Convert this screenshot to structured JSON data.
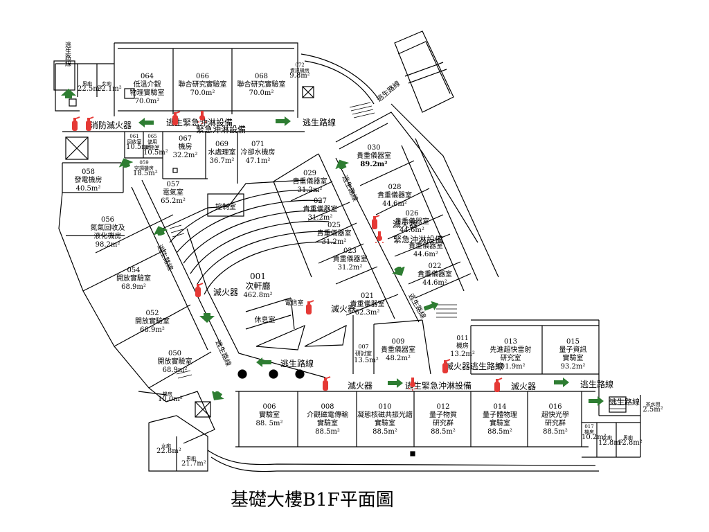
{
  "title": "基礎大樓B1F平面圖",
  "colors": {
    "arrow": "#2e7d32",
    "extinguisher": "#e53935",
    "wall": "#000000"
  },
  "icons": {
    "exit_arrow": "exit-arrow-icon",
    "extinguisher": "fire-extinguisher-icon",
    "shower": "emergency-shower-icon"
  },
  "rooms": [
    {
      "id": "r064",
      "num": "064",
      "name": "低溫介觀\n物理實驗室",
      "area": "70.0m²"
    },
    {
      "id": "r066",
      "num": "066",
      "name": "聯合研究實驗室",
      "area": "70.0m²"
    },
    {
      "id": "r068",
      "num": "068",
      "name": "聯合研究實驗室",
      "area": "70.0m²"
    },
    {
      "id": "r072",
      "num": "072",
      "name": "資訊機房",
      "area": "9.8m²"
    },
    {
      "id": "rm_m1",
      "num": "",
      "name": "男廁",
      "area": "22.5m²"
    },
    {
      "id": "rm_f1",
      "num": "",
      "name": "女廁",
      "area": "22.1m²"
    },
    {
      "id": "r061",
      "num": "061",
      "name": "回收室",
      "area": "10.5m²"
    },
    {
      "id": "r065",
      "num": "065",
      "name": "儲用\n鋼瓶室",
      "area": "10.5m²"
    },
    {
      "id": "r067",
      "num": "067",
      "name": "機房",
      "area": "32.2m²"
    },
    {
      "id": "r069",
      "num": "069",
      "name": "水處理室",
      "area": "36.7m²"
    },
    {
      "id": "r071",
      "num": "071",
      "name": "冷卻水機房",
      "area": "47.1m²"
    },
    {
      "id": "r059",
      "num": "059",
      "name": "空調機房",
      "area": "18.5m²"
    },
    {
      "id": "r058",
      "num": "058",
      "name": "發電機房",
      "area": "40.5m²"
    },
    {
      "id": "r057",
      "num": "057",
      "name": "電氣室",
      "area": "65.2m²"
    },
    {
      "id": "r056",
      "num": "056",
      "name": "氮氣回收及\n液化機房",
      "area": "98.2m²"
    },
    {
      "id": "r054",
      "num": "054",
      "name": "開放實驗室",
      "area": "68.9m²"
    },
    {
      "id": "r052",
      "num": "052",
      "name": "開放實驗室",
      "area": "68.9m²"
    },
    {
      "id": "r050",
      "num": "050",
      "name": "開放實驗室",
      "area": "68.9m²"
    },
    {
      "id": "r001",
      "num": "001",
      "name": "次軒廳",
      "area": "462.8m²"
    },
    {
      "id": "r029",
      "num": "029",
      "name": "貴重儀器室",
      "area": "31.2m²"
    },
    {
      "id": "r027",
      "num": "027",
      "name": "貴重儀器室",
      "area": "31.2m²"
    },
    {
      "id": "r025",
      "num": "025",
      "name": "貴重儀器室",
      "area": "31.2m²"
    },
    {
      "id": "r023",
      "num": "023",
      "name": "貴重儀器室",
      "area": "31.2m²"
    },
    {
      "id": "r021",
      "num": "021",
      "name": "貴重儀器室",
      "area": "62.3m²"
    },
    {
      "id": "r030",
      "num": "030",
      "name": "貴重儀器室",
      "area": "89.2m²"
    },
    {
      "id": "r028",
      "num": "028",
      "name": "貴重儀器室",
      "area": "44.6m²"
    },
    {
      "id": "r026",
      "num": "026",
      "name": "貴重儀器室",
      "area": "44.6m²"
    },
    {
      "id": "r024",
      "num": "",
      "name": "貴重儀器室",
      "area": "44.6m²"
    },
    {
      "id": "r022",
      "num": "022",
      "name": "貴重儀器室",
      "area": "44.6m²"
    },
    {
      "id": "r009",
      "num": "009",
      "name": "貴重儀器室",
      "area": "48.2m²"
    },
    {
      "id": "r007",
      "num": "007",
      "name": "研討室",
      "area": "13.5m²"
    },
    {
      "id": "r011",
      "num": "011",
      "name": "機房",
      "area": "13.2m²"
    },
    {
      "id": "r013",
      "num": "013",
      "name": "先進超快雷射\n研究室",
      "area": "101.9m²"
    },
    {
      "id": "r015",
      "num": "015",
      "name": "量子資訊\n實驗室",
      "area": "93.2m²"
    },
    {
      "id": "r006",
      "num": "006",
      "name": "實驗室",
      "area": "88. 5m²"
    },
    {
      "id": "r008",
      "num": "008",
      "name": "介觀磁電傳輸\n實驗室",
      "area": "88.5m²"
    },
    {
      "id": "r010",
      "num": "010",
      "name": "凝態核磁共振光譜\n實驗室",
      "area": "88.5m²"
    },
    {
      "id": "r012",
      "num": "012",
      "name": "量子物質\n研究群",
      "area": "88.5m²"
    },
    {
      "id": "r014",
      "num": "014",
      "name": "量子體物理\n實驗室",
      "area": "88.5m²"
    },
    {
      "id": "r016",
      "num": "016",
      "name": "超快光學\n研究群",
      "area": "88.5m²"
    },
    {
      "id": "r017",
      "num": "017",
      "name": "機房",
      "area": "10.2m²"
    },
    {
      "id": "rm_f2",
      "num": "",
      "name": "女廁",
      "area": "12.8m²"
    },
    {
      "id": "rm_m2",
      "num": "",
      "name": "男廁",
      "area": "12.8m²"
    },
    {
      "id": "rm_f3",
      "num": "",
      "name": "女廁",
      "area": "22.8m²"
    },
    {
      "id": "rm_m3",
      "num": "",
      "name": "男廁",
      "area": "21.7m²"
    },
    {
      "id": "r_cool",
      "num": "",
      "name": "機房",
      "area": "10.0m²"
    },
    {
      "id": "r_wash",
      "num": "",
      "name": "茶水間",
      "area": "2.5m²"
    },
    {
      "id": "r_ctrl",
      "num": "",
      "name": "控制室",
      "area": ""
    },
    {
      "id": "r_rest",
      "num": "",
      "name": "休息室",
      "area": ""
    },
    {
      "id": "r_elec",
      "num": "",
      "name": "電信室",
      "area": ""
    }
  ],
  "labels": {
    "escape": "逃生路線",
    "extinguisher": "滅火器",
    "fire_ext": "消防滅火器",
    "shower": "緊急沖淋設備",
    "escape_shower": "逃生緊急沖淋設備",
    "fire_escape": "滅火器逃生路線",
    "vert_escape": "逃生路線"
  }
}
